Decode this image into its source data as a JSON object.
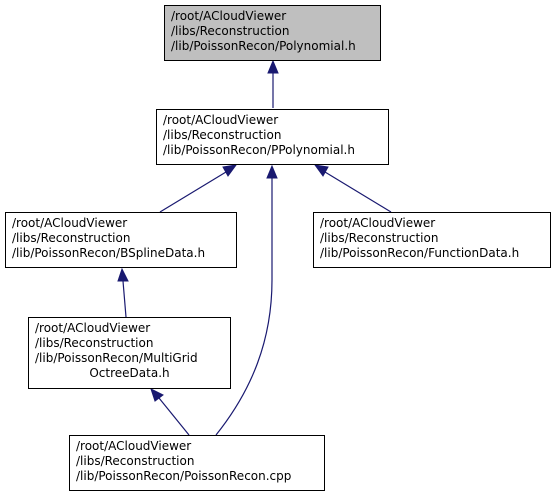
{
  "colors": {
    "edge": "#191970",
    "node_border": "#000000",
    "highlight_fill": "#bfbfbf",
    "node_fill": "#ffffff"
  },
  "nodes": {
    "polynomial": {
      "lines": [
        "/root/ACloudViewer",
        "/libs/Reconstruction",
        "/lib/PoissonRecon/Polynomial.h"
      ]
    },
    "ppolynomial": {
      "lines": [
        "/root/ACloudViewer",
        "/libs/Reconstruction",
        "/lib/PoissonRecon/PPolynomial.h"
      ]
    },
    "bspline": {
      "lines": [
        "/root/ACloudViewer",
        "/libs/Reconstruction",
        "/lib/PoissonRecon/BSplineData.h"
      ]
    },
    "function": {
      "lines": [
        "/root/ACloudViewer",
        "/libs/Reconstruction",
        "/lib/PoissonRecon/FunctionData.h"
      ]
    },
    "multigrid": {
      "lines": [
        "/root/ACloudViewer",
        "/libs/Reconstruction",
        "/lib/PoissonRecon/MultiGrid",
        "OctreeData.h"
      ]
    },
    "poissoncpp": {
      "lines": [
        "/root/ACloudViewer",
        "/libs/Reconstruction",
        "/lib/PoissonRecon/PoissonRecon.cpp"
      ]
    }
  },
  "edges": [
    {
      "from": "ppolynomial",
      "to": "polynomial"
    },
    {
      "from": "bspline",
      "to": "ppolynomial"
    },
    {
      "from": "poissoncpp",
      "to": "ppolynomial"
    },
    {
      "from": "function",
      "to": "ppolynomial"
    },
    {
      "from": "multigrid",
      "to": "bspline"
    },
    {
      "from": "poissoncpp",
      "to": "multigrid"
    }
  ]
}
